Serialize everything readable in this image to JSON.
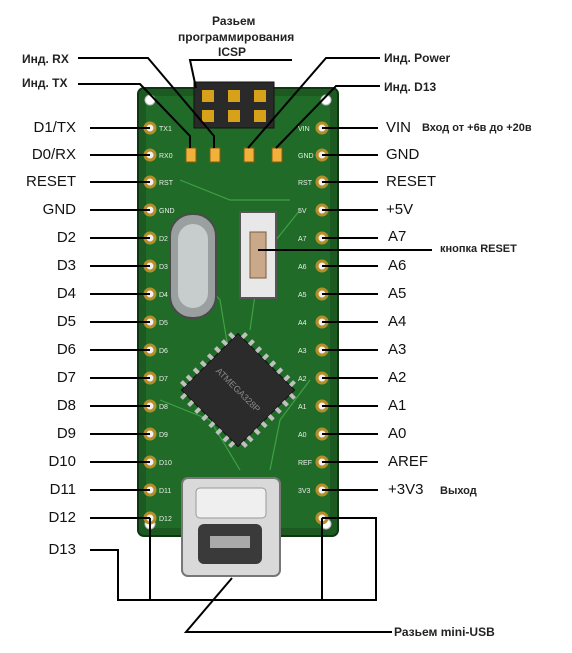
{
  "top": {
    "icsp_line1": "Разьем",
    "icsp_line2": "программирования",
    "icsp_line3": "ICSP",
    "led_rx": "Инд. RX",
    "led_tx": "Инд. TX",
    "led_power": "Инд. Power",
    "led_d13": "Инд. D13"
  },
  "left_pins": [
    "D1/TX",
    "D0/RX",
    "RESET",
    "GND",
    "D2",
    "D3",
    "D4",
    "D5",
    "D6",
    "D7",
    "D8",
    "D9",
    "D10",
    "D11",
    "D12",
    "D13"
  ],
  "right_pins": [
    "VIN",
    "GND",
    "RESET",
    "+5V",
    "A7",
    "A6",
    "A5",
    "A4",
    "A3",
    "A2",
    "A1",
    "A0",
    "AREF",
    "+3V3"
  ],
  "right_notes": {
    "vin": "Вход от +6в до +20в",
    "v33": "Выход",
    "reset_button": "кнопка RESET"
  },
  "bottom": {
    "usb": "Разьем mini-USB"
  },
  "board": {
    "chip_text": "ATMEGA328P",
    "silk_left": [
      "TX1",
      "RX0",
      "RST",
      "GND",
      "D2",
      "D3",
      "D4",
      "D5",
      "D6",
      "D7",
      "D8",
      "D9",
      "D10",
      "D11",
      "D12"
    ],
    "silk_right": [
      "VIN",
      "GND",
      "RST",
      "5V",
      "A7",
      "A6",
      "A5",
      "A4",
      "A3",
      "A2",
      "A1",
      "A0",
      "REF",
      "3V3"
    ]
  }
}
